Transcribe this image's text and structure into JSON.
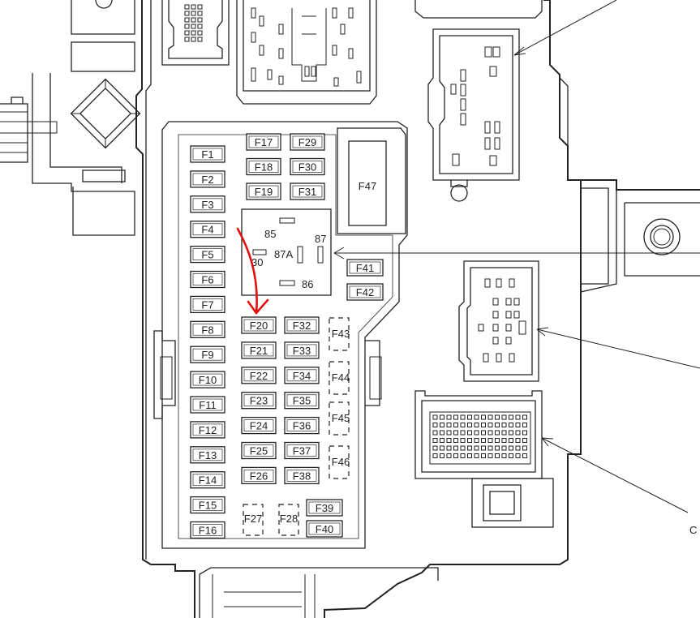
{
  "fuses": [
    {
      "id": "F1",
      "col": 0,
      "row": 0
    },
    {
      "id": "F2",
      "col": 0,
      "row": 1
    },
    {
      "id": "F3",
      "col": 0,
      "row": 2
    },
    {
      "id": "F4",
      "col": 0,
      "row": 3
    },
    {
      "id": "F5",
      "col": 0,
      "row": 4
    },
    {
      "id": "F6",
      "col": 0,
      "row": 5
    },
    {
      "id": "F7",
      "col": 0,
      "row": 6
    },
    {
      "id": "F8",
      "col": 0,
      "row": 7
    },
    {
      "id": "F9",
      "col": 0,
      "row": 8
    },
    {
      "id": "F10",
      "col": 0,
      "row": 9
    },
    {
      "id": "F11",
      "col": 0,
      "row": 10
    },
    {
      "id": "F12",
      "col": 0,
      "row": 11
    },
    {
      "id": "F13",
      "col": 0,
      "row": 12
    },
    {
      "id": "F14",
      "col": 0,
      "row": 13
    },
    {
      "id": "F15",
      "col": 0,
      "row": 14
    },
    {
      "id": "F16",
      "col": 0,
      "row": 15
    },
    {
      "id": "F17",
      "col": 1,
      "row": 0
    },
    {
      "id": "F18",
      "col": 1,
      "row": 1
    },
    {
      "id": "F19",
      "col": 1,
      "row": 2
    },
    {
      "id": "F29",
      "col": 2,
      "row": 0
    },
    {
      "id": "F30",
      "col": 2,
      "row": 1
    },
    {
      "id": "F31",
      "col": 2,
      "row": 2
    },
    {
      "id": "F20",
      "col": 3,
      "row": 0
    },
    {
      "id": "F21",
      "col": 3,
      "row": 1
    },
    {
      "id": "F22",
      "col": 3,
      "row": 2
    },
    {
      "id": "F23",
      "col": 3,
      "row": 3
    },
    {
      "id": "F24",
      "col": 3,
      "row": 4
    },
    {
      "id": "F25",
      "col": 3,
      "row": 5
    },
    {
      "id": "F26",
      "col": 3,
      "row": 6
    },
    {
      "id": "F32",
      "col": 4,
      "row": 0
    },
    {
      "id": "F33",
      "col": 4,
      "row": 1
    },
    {
      "id": "F34",
      "col": 4,
      "row": 2
    },
    {
      "id": "F35",
      "col": 4,
      "row": 3
    },
    {
      "id": "F36",
      "col": 4,
      "row": 4
    },
    {
      "id": "F37",
      "col": 4,
      "row": 5
    },
    {
      "id": "F38",
      "col": 4,
      "row": 6
    },
    {
      "id": "F39",
      "col": 5,
      "row": 0
    },
    {
      "id": "F40",
      "col": 5,
      "row": 1
    },
    {
      "id": "F41",
      "col": 6,
      "row": 0
    },
    {
      "id": "F42",
      "col": 6,
      "row": 1
    }
  ],
  "slots": {
    "F27": "F27",
    "F28": "F28",
    "F43": "F43",
    "F44": "F44",
    "F45": "F45",
    "F46": "F46",
    "F47": "F47"
  },
  "relay": {
    "pin85": "85",
    "pin87A": "87A",
    "pin87": "87",
    "pin30": "30",
    "pin86": "86"
  },
  "callout": "C",
  "colors": {
    "line": "#222222",
    "annotation": "#e01010",
    "background": "#ffffff"
  }
}
